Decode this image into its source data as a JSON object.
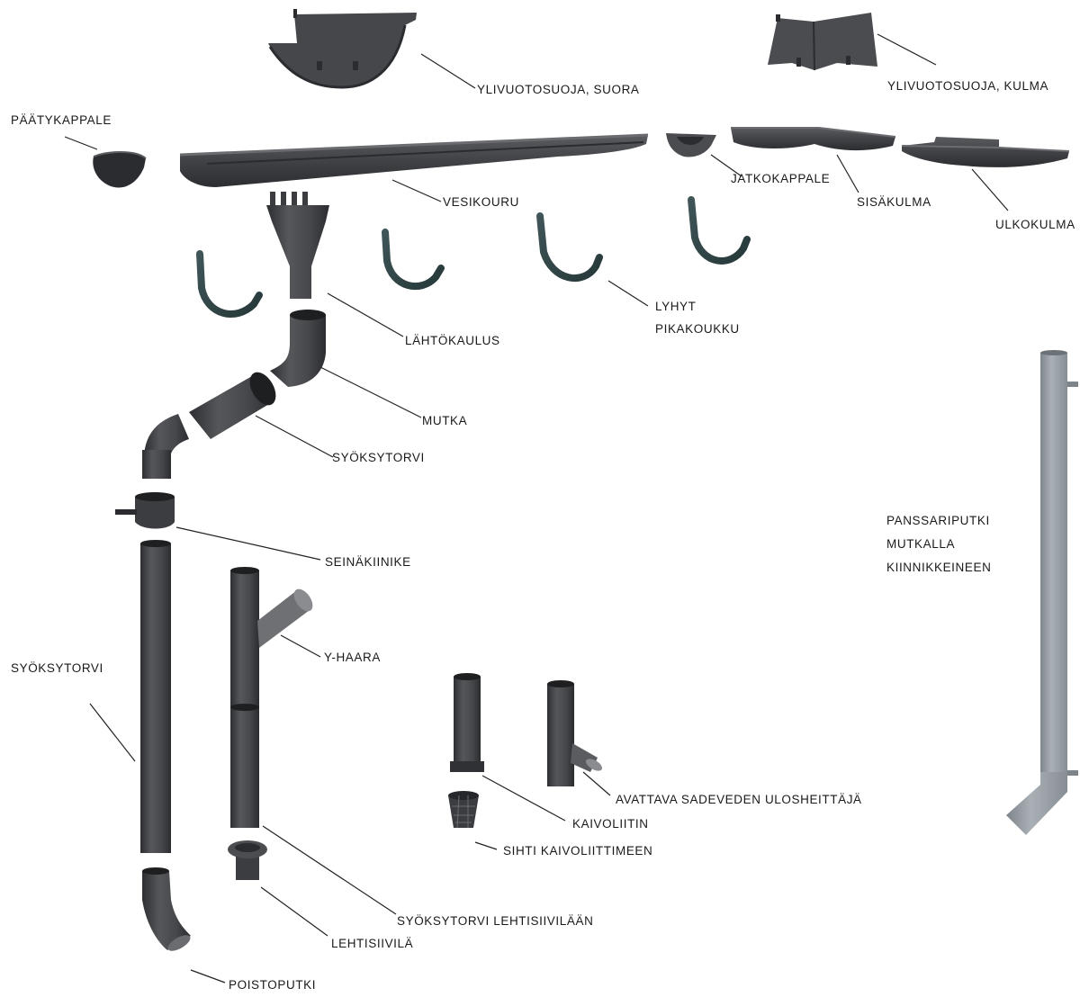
{
  "colors": {
    "part_dark": "#3b3d40",
    "part_mid": "#4b4d51",
    "part_light": "#6a6c70",
    "part_edge": "#25272a",
    "hook": "#34484a",
    "armour_pipe": "#9da4aa",
    "armour_pipe_dark": "#7d848a",
    "leader_line": "#222222",
    "text": "#1a1a1a"
  },
  "labels": {
    "ylivuoto_suora": "YLIVUOTOSUOJA, SUORA",
    "ylivuoto_kulma": "YLIVUOTOSUOJA, KULMA",
    "paatykappale": "PÄÄTYKAPPALE",
    "vesikouru": "VESIKOURU",
    "jatkokappale": "JATKOKAPPALE",
    "sisakulma": "SISÄKULMA",
    "ulkokulma": "ULKOKULMA",
    "lyhyt": "LYHYT",
    "pikakoukku": "PIKAKOUKKU",
    "lahtokaulus": "LÄHTÖKAULUS",
    "mutka": "MUTKA",
    "syoksytorvi_top": "SYÖKSYTORVI",
    "seinakiinike": "SEINÄKIINIKE",
    "panssari_1": "PANSSARIPUTKI",
    "panssari_2": "MUTKALLA",
    "panssari_3": "KIINNIKKEINEEN",
    "y_haara": "Y-HAARA",
    "syoksytorvi_left": "SYÖKSYTORVI",
    "avattava": "AVATTAVA SADEVEDEN ULOSHEITTÄJÄ",
    "kaivoliitin": "KAIVOLIITIN",
    "sihti": "SIHTI KAIVOLIITTIMEEN",
    "syoksytorvi_lehti": "SYÖKSYTORVI LEHTISIIVILÄÄN",
    "lehtisiivila": "LEHTISIIVILÄ",
    "poistoputki": "POISTOPUTKI"
  }
}
